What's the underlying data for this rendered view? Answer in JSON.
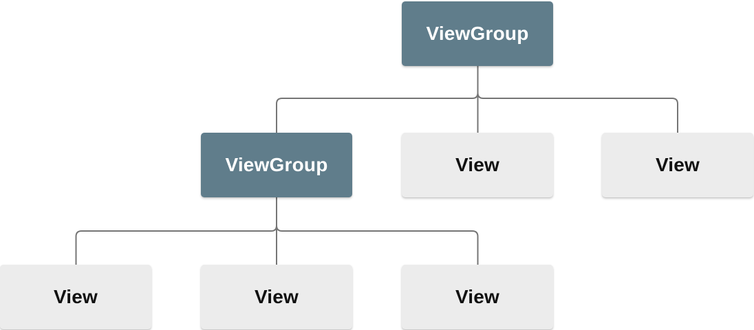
{
  "diagram": {
    "type": "tree",
    "colors": {
      "viewgroup_fill": "#607d8b",
      "viewgroup_text": "#ffffff",
      "view_fill": "#ececec",
      "view_text": "#111111",
      "connector": "#757575",
      "background": "#ffffff"
    },
    "nodes": [
      {
        "id": "root-viewgroup",
        "label": "ViewGroup",
        "type": "viewgroup"
      },
      {
        "id": "child-viewgroup",
        "label": "ViewGroup",
        "type": "viewgroup"
      },
      {
        "id": "child-view-1",
        "label": "View",
        "type": "view"
      },
      {
        "id": "child-view-2",
        "label": "View",
        "type": "view"
      },
      {
        "id": "grandchild-view-1",
        "label": "View",
        "type": "view"
      },
      {
        "id": "grandchild-view-2",
        "label": "View",
        "type": "view"
      },
      {
        "id": "grandchild-view-3",
        "label": "View",
        "type": "view"
      }
    ],
    "edges": [
      {
        "from": "root-viewgroup",
        "to": "child-viewgroup"
      },
      {
        "from": "root-viewgroup",
        "to": "child-view-1"
      },
      {
        "from": "root-viewgroup",
        "to": "child-view-2"
      },
      {
        "from": "child-viewgroup",
        "to": "grandchild-view-1"
      },
      {
        "from": "child-viewgroup",
        "to": "grandchild-view-2"
      },
      {
        "from": "child-viewgroup",
        "to": "grandchild-view-3"
      }
    ]
  }
}
